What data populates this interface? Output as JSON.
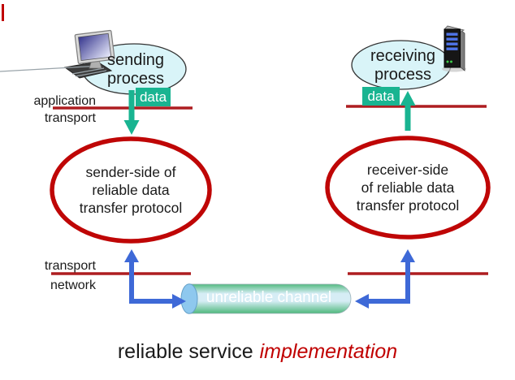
{
  "theme": {
    "red_line": "#ae1d20",
    "ellipse_red": "#bf0606",
    "green": "#19b491",
    "blue": "#3e69d7",
    "bubble_fill": "#d9f4f8",
    "caption_red": "#c00000",
    "cylinder_green": "#53ba80",
    "cylinder_light": "#d6edf5",
    "cylinder_cap_blue": "#8ec8ee",
    "text": "#1a1a1a"
  },
  "sender": {
    "process_label": "sending\nprocess",
    "data_label": "data",
    "layer_top": "application",
    "layer_bottom": "transport",
    "protocol_label": "sender-side of\nreliable data\ntransfer protocol"
  },
  "receiver": {
    "process_label": "receiving\nprocess",
    "data_label": "data",
    "protocol_label": "receiver-side\nof reliable data\ntransfer protocol"
  },
  "lower_layers": {
    "layer_top": "transport",
    "layer_bottom": "network"
  },
  "channel": {
    "label": "unreliable channel"
  },
  "caption": {
    "text": "reliable service",
    "emphasis": "implementation"
  }
}
